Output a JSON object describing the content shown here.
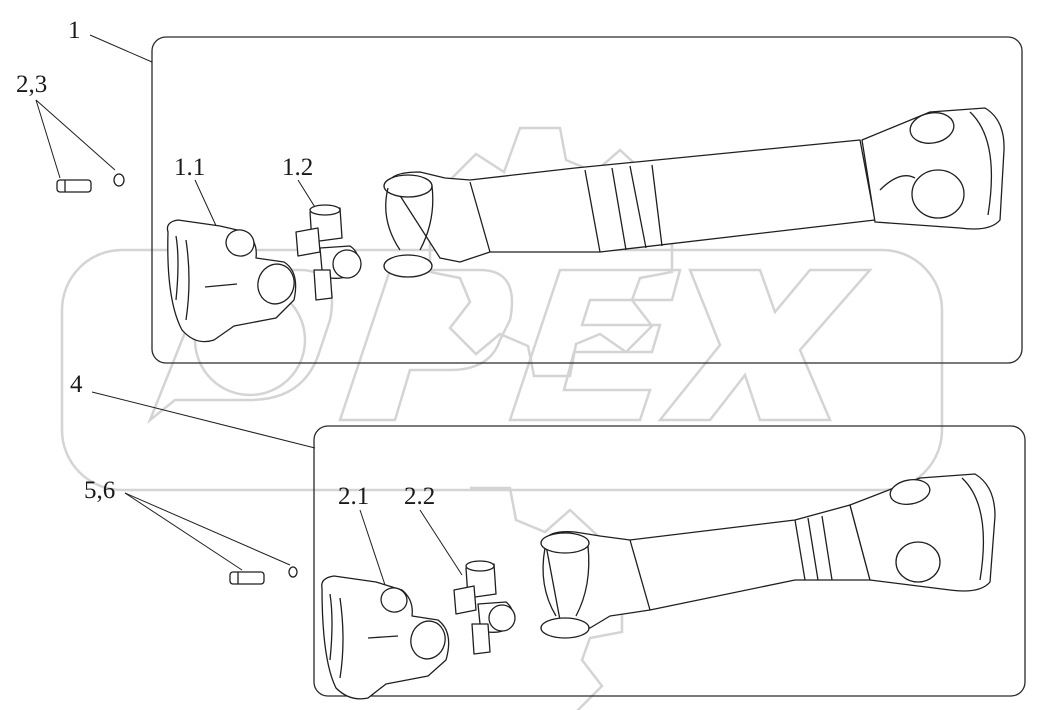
{
  "watermark": {
    "text": "OPEX",
    "color": "#d8d8d8"
  },
  "colors": {
    "ink": "#1f1f1f",
    "frame": "#2a2a2a",
    "background": "#ffffff"
  },
  "assemblies": [
    {
      "label": "1",
      "parts": [
        {
          "label": "1.1",
          "part": "flange yoke"
        },
        {
          "label": "1.2",
          "part": "cross spider with bearing caps"
        }
      ],
      "fasteners_label": "2,3"
    },
    {
      "label": "4",
      "parts": [
        {
          "label": "2.1",
          "part": "flange yoke"
        },
        {
          "label": "2.2",
          "part": "cross spider with bearing caps"
        }
      ],
      "fasteners_label": "5,6"
    }
  ]
}
